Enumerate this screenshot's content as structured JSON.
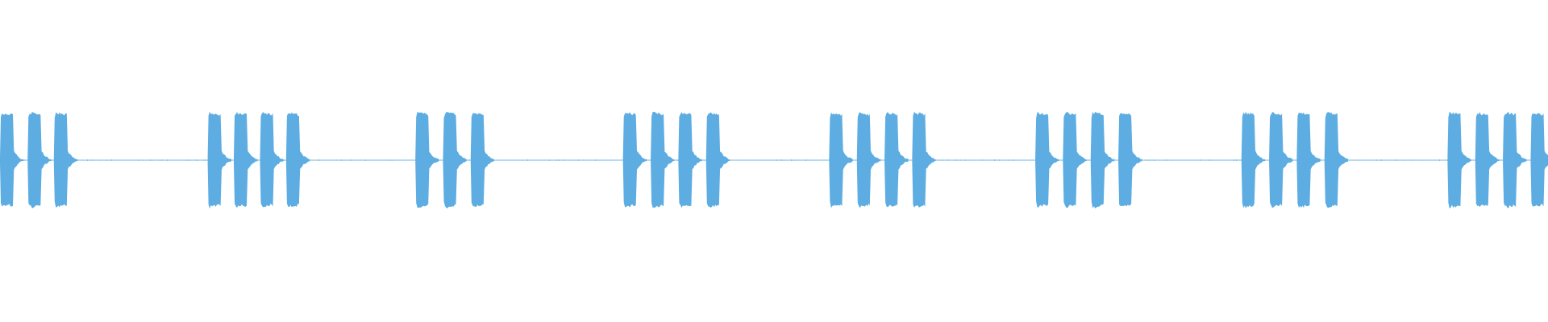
{
  "waveform": {
    "color": "#5DADE2",
    "peak_amplitude": 0.97,
    "baseline_amplitude": 0.006,
    "duration_units": 1.0,
    "bursts": [
      {
        "pulses": [
          0.0,
          0.018,
          0.035
        ]
      },
      {
        "pulses": [
          0.135,
          0.152,
          0.169,
          0.186
        ]
      },
      {
        "pulses": [
          0.27,
          0.288,
          0.306
        ]
      },
      {
        "pulses": [
          0.405,
          0.423,
          0.441,
          0.459
        ]
      },
      {
        "pulses": [
          0.539,
          0.557,
          0.575,
          0.593
        ]
      },
      {
        "pulses": [
          0.673,
          0.691,
          0.709,
          0.727
        ]
      },
      {
        "pulses": [
          0.807,
          0.825,
          0.843,
          0.861
        ]
      },
      {
        "pulses": [
          0.941,
          0.959,
          0.977,
          0.995
        ]
      }
    ],
    "pulse_length": 0.009,
    "tail_length": 0.007
  }
}
